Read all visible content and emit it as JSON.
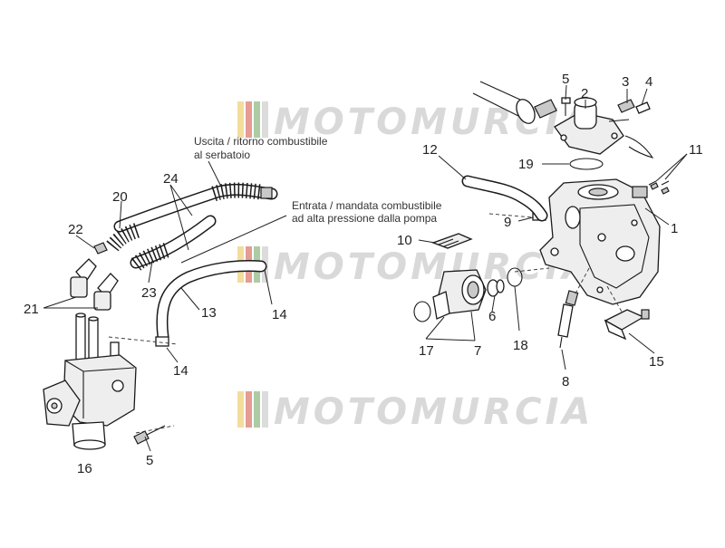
{
  "watermark": {
    "text": "MOTOMURCIA",
    "stripe_colors": [
      "#e8c14a",
      "#cf4a3a",
      "#6aa25a",
      "#bfbfbf"
    ]
  },
  "annotations": {
    "return_line": [
      "Uscita / ritorno combustibile",
      "al serbatoio"
    ],
    "delivery_line": [
      "Entrata / mandata combustibile",
      "ad  alta pressione dalla pompa"
    ]
  },
  "callouts": {
    "c1": "1",
    "c2": "2",
    "c3": "3",
    "c4": "4",
    "c5a": "5",
    "c5b": "5",
    "c6": "6",
    "c7": "7",
    "c8": "8",
    "c9": "9",
    "c10": "10",
    "c11": "11",
    "c12": "12",
    "c13": "13",
    "c14a": "14",
    "c14b": "14",
    "c15": "15",
    "c16": "16",
    "c17": "17",
    "c18": "18",
    "c19": "19",
    "c20": "20",
    "c21": "21",
    "c22": "22",
    "c23": "23",
    "c24": "24"
  }
}
